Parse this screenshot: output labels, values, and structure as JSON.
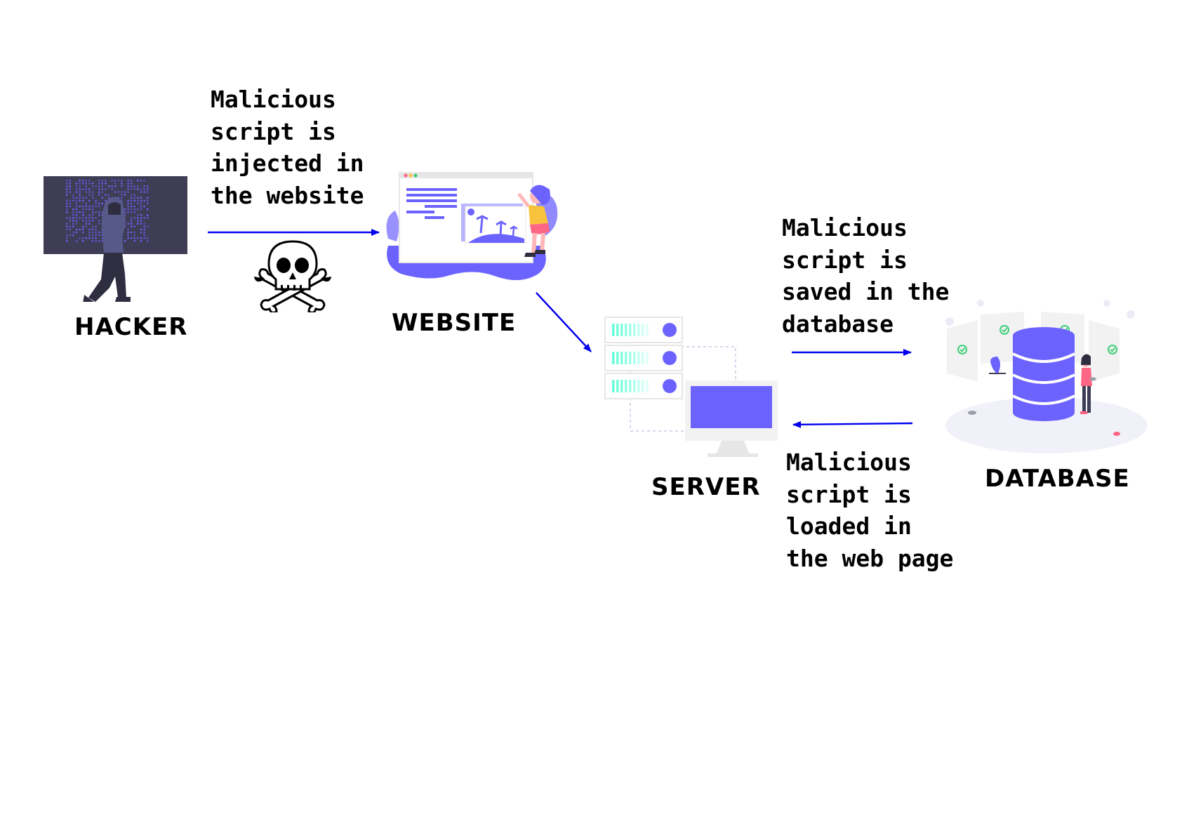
{
  "nodes": {
    "hacker": {
      "label": "HACKER",
      "icon": "hacker-illustration"
    },
    "website": {
      "label": "WEBSITE",
      "icon": "website-illustration"
    },
    "server": {
      "label": "SERVER",
      "icon": "server-illustration"
    },
    "database": {
      "label": "DATABASE",
      "icon": "database-illustration"
    }
  },
  "captions": {
    "injected": [
      "Malicious",
      "script is",
      "injected in",
      "the website"
    ],
    "saved": [
      "Malicious",
      "script is",
      "saved in the",
      "database"
    ],
    "loaded": [
      "Malicious",
      "script is",
      "loaded in",
      "the web page"
    ]
  },
  "decor": {
    "skull": "skull-and-crossbones-icon"
  },
  "colors": {
    "arrow": "#0000ee",
    "accent": "#6c63ff",
    "dark": "#3f3d56",
    "teal": "#64ffda",
    "check": "#3ecf7a",
    "skin": "#ffb8b8",
    "pink": "#ff6584",
    "yellow": "#f9c23c"
  }
}
